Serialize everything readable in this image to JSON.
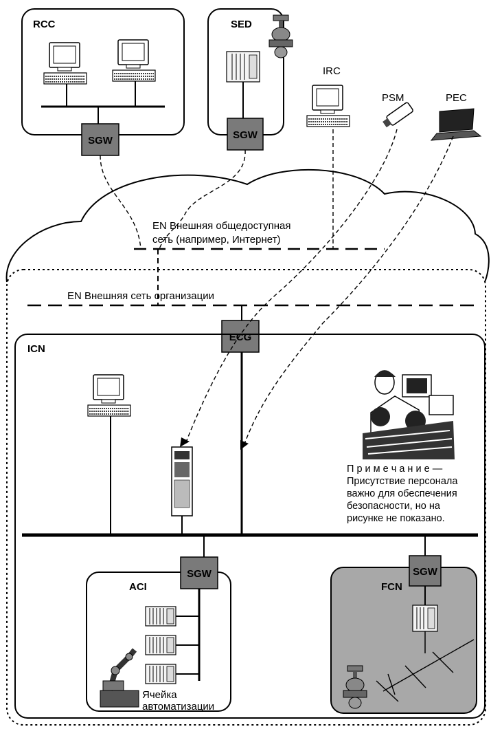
{
  "zones": {
    "rcc": "RCC",
    "sed": "SED",
    "irc": "IRC",
    "psm": "PSM",
    "pec": "PEC",
    "icn": "ICN",
    "aci": "ACI",
    "fcn": "FCN"
  },
  "gateways": {
    "sgw_rcc": "SGW",
    "sgw_sed": "SGW",
    "ecg": "ECG",
    "sgw_aci": "SGW",
    "sgw_fcn": "SGW"
  },
  "networks": {
    "public_line1": "EN  Внешняя общедоступная",
    "public_line2": "сеть (например, Интернет)",
    "org": "EN  Внешняя сеть организации"
  },
  "note": {
    "title": "П р и м е ч а н и е —",
    "line1": "Присутствие персонала",
    "line2": "важно для обеспечения",
    "line3": "безопасности, но на",
    "line4": "рисунке не показано."
  },
  "cell": {
    "line1": "Ячейка",
    "line2": "автоматизации"
  }
}
